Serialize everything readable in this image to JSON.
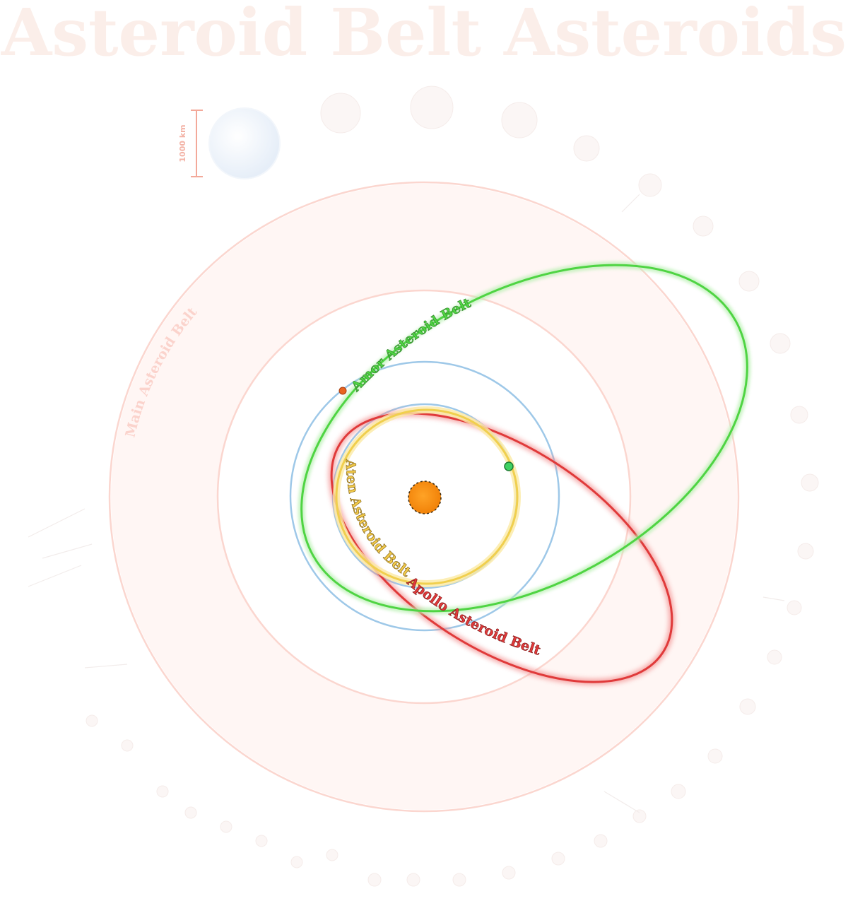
{
  "title": "Asteroid Belt Asteroids",
  "note": "",
  "scale_label": "1000 km",
  "sun_label": "",
  "belts": [
    {
      "name": "Main Asteroid Belt",
      "color": "#fbd3cc"
    },
    {
      "name": "Amor Asteroid Belt",
      "color": "#56d94a"
    },
    {
      "name": "Aten Asteroid Belt",
      "color": "#e6b23a"
    },
    {
      "name": "Apollo Asteroid Belt",
      "color": "#dd3b3b"
    }
  ],
  "colors": {
    "sun": "#f68b0f",
    "main_belt": "#fbdcd6",
    "inner_orbit": "#9ec8e8",
    "amor": "#56d94a",
    "aten": "#f2d060",
    "apollo": "#dd3b3b",
    "ceres": "#eef4fb"
  }
}
